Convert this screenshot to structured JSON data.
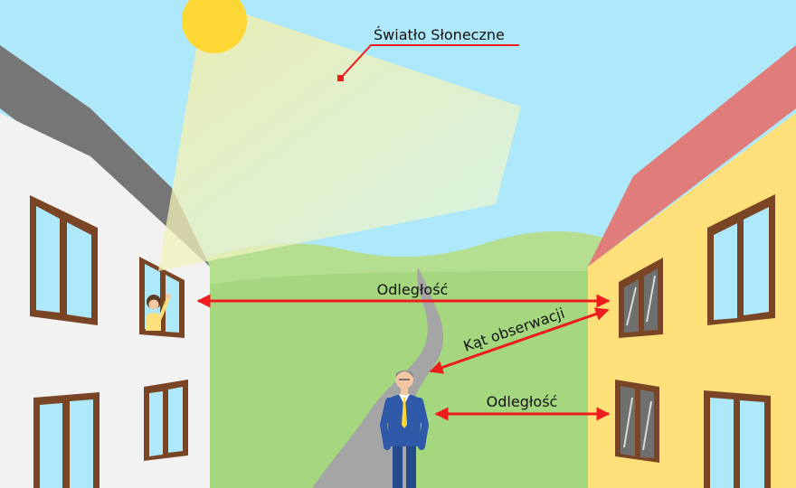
{
  "labels": {
    "sunlight": "Światło Słoneczne",
    "distance_upper": "Odległość",
    "viewing_angle": "Kąt obserwacji",
    "distance_lower": "Odległość"
  },
  "colors": {
    "sky": "#aee9fb",
    "sun": "#fdd835",
    "sunbeam": "#f8f3b8",
    "hills": "#b5de91",
    "meadow": "#a5d77f",
    "road": "#a5a5a5",
    "left_house_wall": "#f2f2f2",
    "left_house_roof": "#767676",
    "right_house_wall": "#fde07a",
    "right_house_roof": "#e07d7b",
    "window_frame": "#7a4525",
    "window_glass": "#aee9fb",
    "arrow": "#ee1c1c",
    "person_suit": "#2f5aaa"
  },
  "icons": [
    "sun-icon",
    "woman-at-window-icon",
    "man-standing-icon"
  ]
}
